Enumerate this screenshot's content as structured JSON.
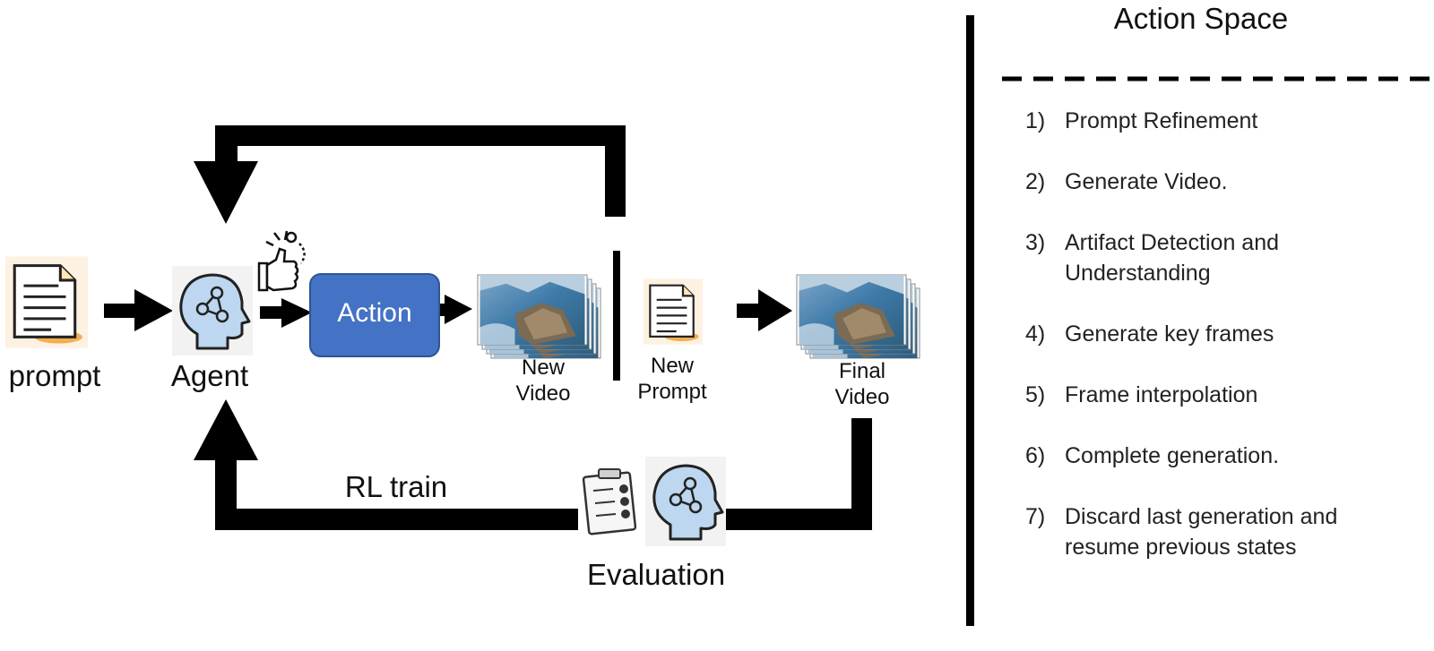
{
  "labels": {
    "prompt": "prompt",
    "agent": "Agent",
    "action": "Action",
    "new_video": "New\nVideo",
    "new_prompt": "New\nPrompt",
    "final_video": "Final\nVideo",
    "rl_train": "RL train",
    "evaluation": "Evaluation"
  },
  "action_space": {
    "title": "Action Space",
    "items": [
      {
        "num": "1)",
        "text": "Prompt Refinement"
      },
      {
        "num": "2)",
        "text": "Generate Video."
      },
      {
        "num": "3)",
        "text": "Artifact Detection and\nUnderstanding"
      },
      {
        "num": "4)",
        "text": "Generate key frames"
      },
      {
        "num": "5)",
        "text": "Frame interpolation"
      },
      {
        "num": "6)",
        "text": "Complete generation."
      },
      {
        "num": "7)",
        "text": "Discard last generation and\nresume previous states"
      }
    ]
  },
  "colors": {
    "action_box": "#4472c4",
    "head_fill": "#bcd7ef",
    "arrow": "#000000",
    "doc_bg": "#fdf1e2"
  },
  "icons": [
    "document-icon",
    "brain-head-icon",
    "thumbs-up-icon",
    "video-frames-icon",
    "clipboard-checklist-icon"
  ]
}
